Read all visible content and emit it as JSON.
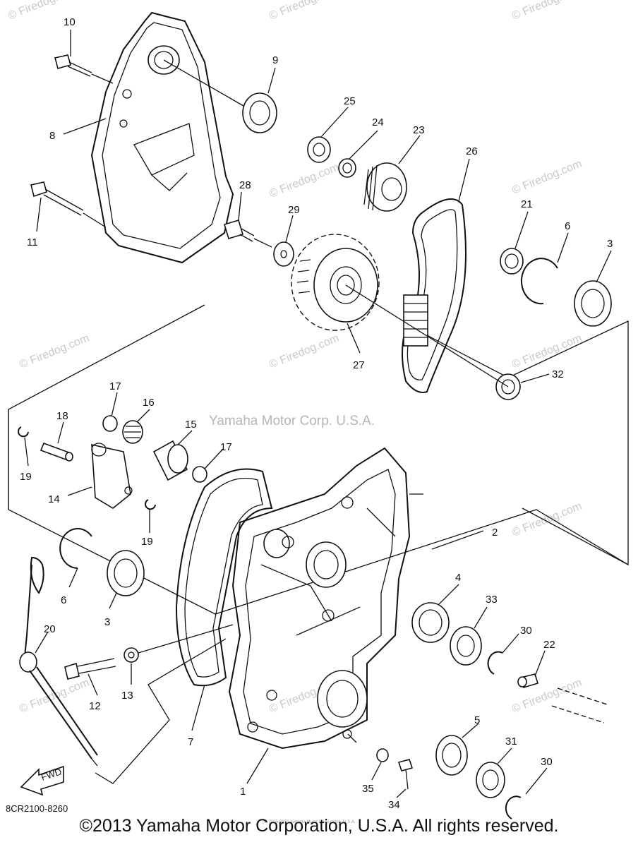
{
  "diagram_code": "8CR2100-8260",
  "copyright": "©2013 Yamaha Motor Corporation, U.S.A. All rights reserved.",
  "center_watermark": "Yamaha Motor Corp. U.S.A.",
  "watermark": "© Firedog.com",
  "small_print": "(c) 2005-2015 Yamaha Motor Corporation, U.S.A.",
  "fwd_label": "FWD",
  "callouts": [
    "1",
    "2",
    "3",
    "3",
    "4",
    "5",
    "6",
    "6",
    "7",
    "8",
    "9",
    "10",
    "11",
    "12",
    "13",
    "14",
    "15",
    "16",
    "17",
    "17",
    "18",
    "19",
    "19",
    "20",
    "21",
    "22",
    "23",
    "24",
    "25",
    "26",
    "27",
    "28",
    "29",
    "30",
    "30",
    "31",
    "32",
    "33",
    "34",
    "35"
  ]
}
